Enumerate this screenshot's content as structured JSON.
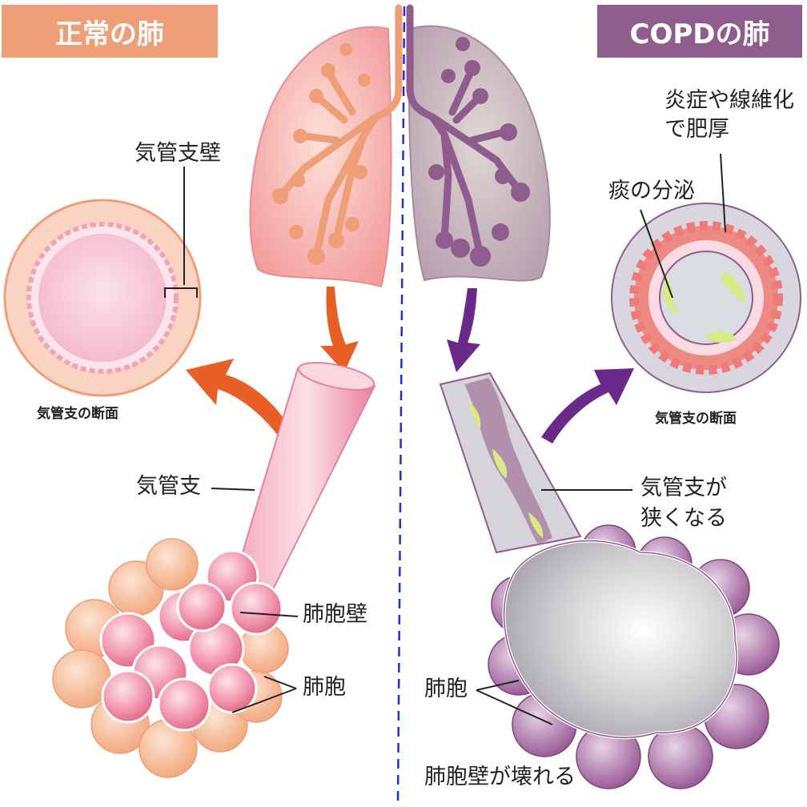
{
  "normal": {
    "title": "正常の肺",
    "bronchial_wall": "気管支壁",
    "cross_section": "気管支の断面",
    "bronchus": "気管支",
    "alveolar_wall": "肺胞壁",
    "alveoli": "肺胞"
  },
  "copd": {
    "title": "COPDの肺",
    "thickening_line1": "炎症や線維化",
    "thickening_line2": "で肥厚",
    "mucus": "痰の分泌",
    "cross_section": "気管支の断面",
    "narrowing_line1": "気管支が",
    "narrowing_line2": "狭くなる",
    "alveoli": "肺胞",
    "alveolar_wall_broken": "肺胞壁が壊れる"
  },
  "colors": {
    "normal_title_bg": "#ee9f78",
    "copd_title_bg": "#8f5c8e",
    "normal_arrow": "#e85f25",
    "copd_arrow": "#6a2a8a",
    "divider": "#2233cc"
  }
}
